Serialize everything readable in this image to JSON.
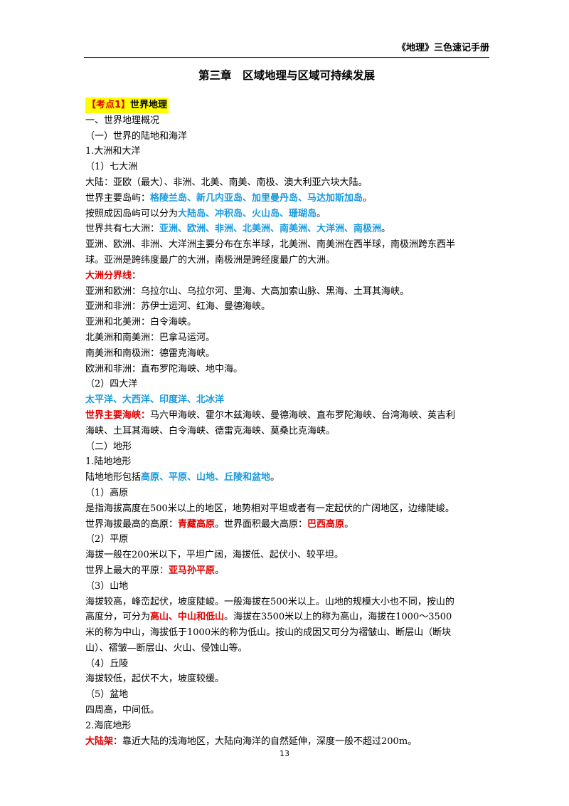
{
  "header": {
    "text": "《地理》三色速记手册"
  },
  "chapter_title": "第三章　区域地理与区域可持续发展",
  "kaodian": {
    "red": "【考点1】",
    "rest": "世界地理"
  },
  "lines": [
    [
      {
        "t": "一、世界地理概况"
      }
    ],
    [
      {
        "t": "（一）世界的陆地和海洋"
      }
    ],
    [
      {
        "t": "1.大洲和大洋"
      }
    ],
    [
      {
        "t": "（1）七大洲"
      }
    ],
    [
      {
        "t": "大陆：亚欧（最大）、非洲、北美、南美、南极、澳大利亚六块大陆。"
      }
    ],
    [
      {
        "t": "世界主要岛屿："
      },
      {
        "t": "格陵兰岛、新几内亚岛、加里曼丹岛、马达加斯加岛",
        "c": "blue"
      },
      {
        "t": "。"
      }
    ],
    [
      {
        "t": "按照成因岛屿可以分为"
      },
      {
        "t": "大陆岛、冲积岛、火山岛、珊瑚岛",
        "c": "blue"
      },
      {
        "t": "。"
      }
    ],
    [
      {
        "t": "世界共有七大洲："
      },
      {
        "t": "亚洲、欧洲、非洲、北美洲、南美洲、大洋洲、南极洲",
        "c": "blue"
      },
      {
        "t": "。"
      }
    ],
    [
      {
        "t": "亚洲、欧洲、非洲、大洋洲主要分布在东半球，北美洲、南美洲在西半球，南极洲跨东西半"
      }
    ],
    [
      {
        "t": "球。亚洲是跨纬度最广的大洲，南极洲是跨经度最广的大洲。"
      }
    ],
    [
      {
        "t": "大洲分界线：",
        "c": "red"
      }
    ],
    [
      {
        "t": "亚洲和欧洲：乌拉尔山、乌拉尔河、里海、大高加索山脉、黑海、土耳其海峡。"
      }
    ],
    [
      {
        "t": "亚洲和非洲：苏伊士运河、红海、曼德海峡。"
      }
    ],
    [
      {
        "t": "亚洲和北美洲：白令海峡。"
      }
    ],
    [
      {
        "t": "北美洲和南美洲：巴拿马运河。"
      }
    ],
    [
      {
        "t": "南美洲和南极洲：德雷克海峡。"
      }
    ],
    [
      {
        "t": "欧洲和非洲：直布罗陀海峡、地中海。"
      }
    ],
    [
      {
        "t": "（2）四大洋"
      }
    ],
    [
      {
        "t": "太平洋、大西洋、印度洋、北冰洋",
        "c": "blue"
      }
    ],
    [
      {
        "t": "世界主要海峡：",
        "c": "red"
      },
      {
        "t": "马六甲海峡、霍尔木兹海峡、曼德海峡、直布罗陀海峡、台湾海峡、英吉利"
      }
    ],
    [
      {
        "t": "海峡、土耳其海峡、白令海峡、德雷克海峡、莫桑比克海峡。"
      }
    ],
    [
      {
        "t": "（二）地形"
      }
    ],
    [
      {
        "t": "1.陆地地形"
      }
    ],
    [
      {
        "t": "陆地地形包括"
      },
      {
        "t": "高原、平原、山地、丘陵和盆地",
        "c": "blue"
      },
      {
        "t": "。"
      }
    ],
    [
      {
        "t": "（1）高原"
      }
    ],
    [
      {
        "t": "是指海拔高度在500米以上的地区，地势相对平坦或者有一定起伏的广阔地区，边缘陡峻。"
      }
    ],
    [
      {
        "t": "世界海拔最高的高原："
      },
      {
        "t": "青藏高原",
        "c": "red"
      },
      {
        "t": "。世界面积最大高原："
      },
      {
        "t": "巴西高原",
        "c": "red"
      },
      {
        "t": "。"
      }
    ],
    [
      {
        "t": "（2）平原"
      }
    ],
    [
      {
        "t": "海拔一般在200米以下，平坦广阔，海拔低、起伏小、较平坦。"
      }
    ],
    [
      {
        "t": "世界上最大的平原："
      },
      {
        "t": "亚马孙平原",
        "c": "red"
      },
      {
        "t": "。"
      }
    ],
    [
      {
        "t": "（3）山地"
      }
    ],
    [
      {
        "t": "海拔较高，峰峦起伏，坡度陡峻。一般海拔在500米以上。山地的规模大小也不同，按山的"
      }
    ],
    [
      {
        "t": "高度分，可分为"
      },
      {
        "t": "高山、中山和低山",
        "c": "red"
      },
      {
        "t": "。海拔在3500米以上的称为高山，海拔在1000～3500"
      }
    ],
    [
      {
        "t": "米的称为中山，海拔低于1000米的称为低山。按山的成因又可分为褶皱山、断层山（断块"
      }
    ],
    [
      {
        "t": "山）、褶皱—断层山、火山、侵蚀山等。"
      }
    ],
    [
      {
        "t": "（4）丘陵"
      }
    ],
    [
      {
        "t": "海拔较低，起伏不大，坡度较缓。"
      }
    ],
    [
      {
        "t": "（5）盆地"
      }
    ],
    [
      {
        "t": "四周高，中间低。"
      }
    ],
    [
      {
        "t": "2.海底地形"
      }
    ],
    [
      {
        "t": "大陆架",
        "c": "red"
      },
      {
        "t": "：靠近大陆的浅海地区，大陆向海洋的自然延伸，深度一般不超过200m。"
      }
    ]
  ],
  "page_number": "13"
}
